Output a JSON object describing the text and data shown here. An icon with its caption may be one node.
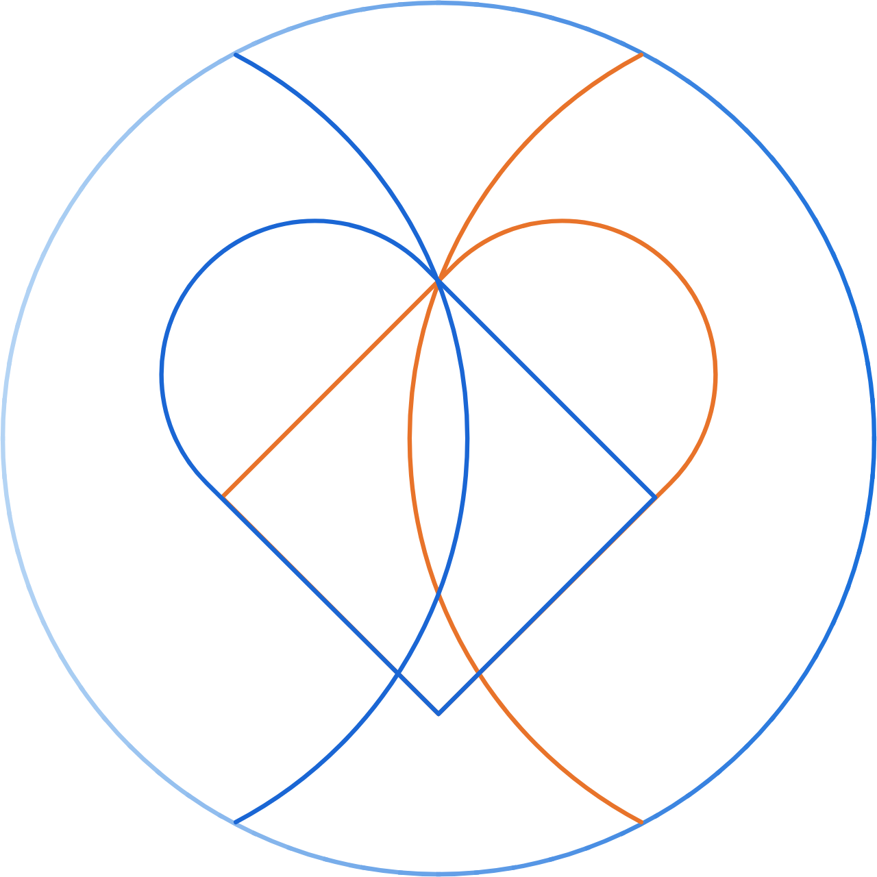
{
  "diagram": {
    "nodes": [
      {
        "text": [],
        "shape": "circle"
      },
      {
        "text": [],
        "shape": "heart",
        "in": 0
      },
      {
        "text": [],
        "shape": "heart",
        "in": 0
      }
    ]
  }
}
